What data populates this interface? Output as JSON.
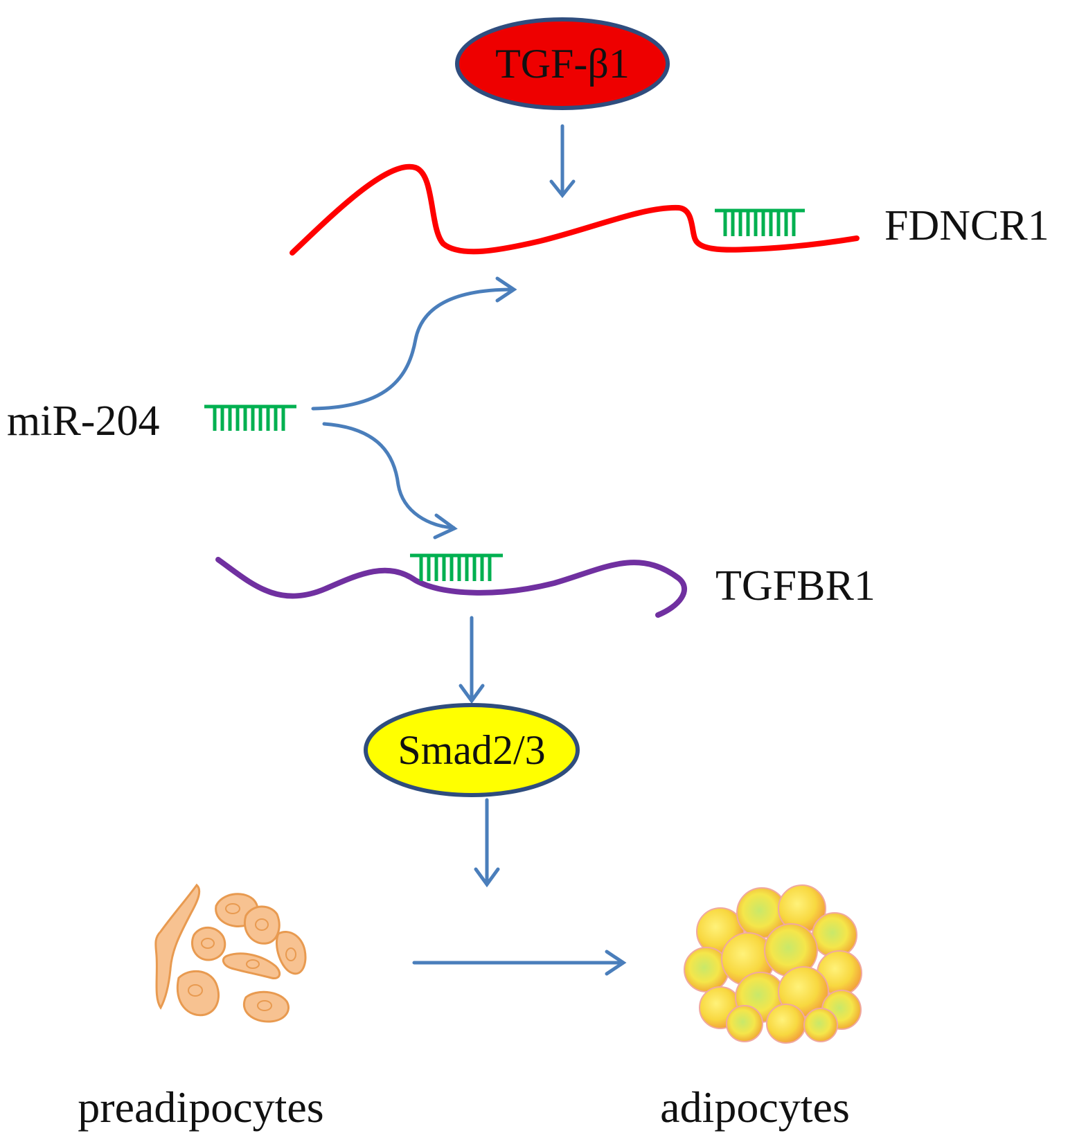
{
  "nodes": {
    "tgf_b1": "TGF-β1",
    "fdncr1": "FDNCR1",
    "mir204": "miR-204",
    "tgfbr1": "TGFBR1",
    "smad": "Smad2/3",
    "preadipocytes": "preadipocytes",
    "adipocytes": "adipocytes"
  },
  "colors": {
    "tgf_fill": "#ee0000",
    "ellipse_border": "#2f4d7e",
    "smad_fill": "#ffff00",
    "fdncr1_strand": "#ff0000",
    "tgfbr1_strand": "#7030a0",
    "mirna": "#00b050",
    "arrow": "#4a7ebb",
    "preadipocyte_cell": "#f5b071",
    "adipocyte_cell": "#f5e64a"
  },
  "icons": {
    "preadipocytes": "preadipocyte-cells-icon",
    "adipocytes": "adipocyte-cluster-icon"
  }
}
